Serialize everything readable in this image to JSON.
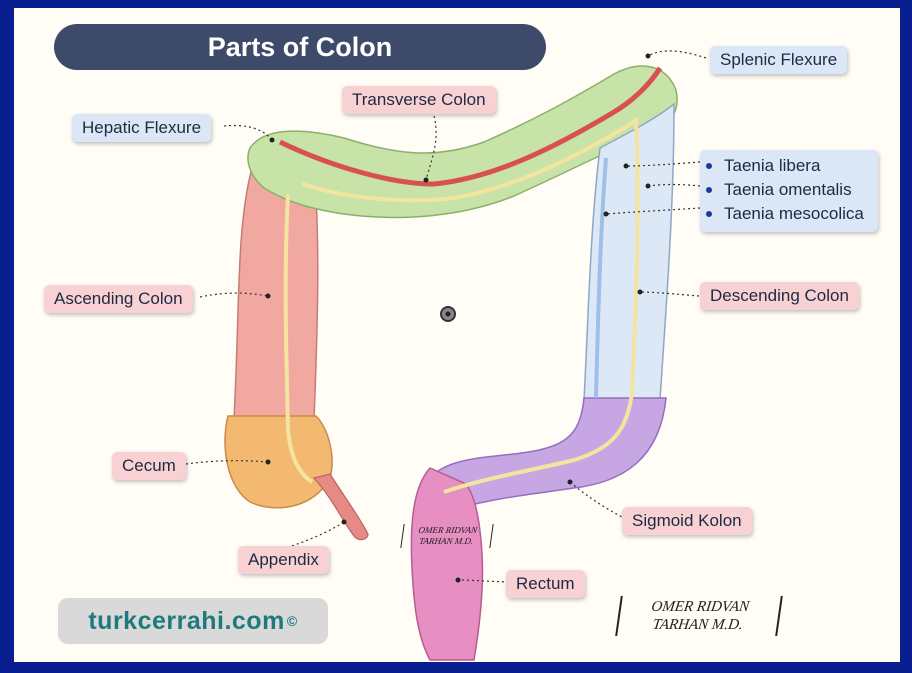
{
  "title": "Parts of Colon",
  "labels": {
    "transverse": "Transverse Colon",
    "hepatic": "Hepatic Flexure",
    "splenic": "Splenic Flexure",
    "ascending": "Ascending Colon",
    "descending": "Descending Colon",
    "cecum": "Cecum",
    "appendix": "Appendix",
    "sigmoid": "Sigmoid Kolon",
    "rectum": "Rectum"
  },
  "taenia": [
    "Taenia libera",
    "Taenia omentalis",
    "Taenia mesocolica"
  ],
  "brand": {
    "name": "turkcerrahi.com",
    "mark": "©"
  },
  "signature": {
    "line1": "OMER  RIDVAN",
    "line2": "TARHAN  M.D."
  },
  "colors": {
    "background": "#0a1f8f",
    "title_pill": "#3e4a6a",
    "transverse": "#c7e3a8",
    "ascending": "#f0a8a0",
    "cecum": "#f4b970",
    "descending": "#dce8f6",
    "sigmoid": "#c7a6e4",
    "rectum": "#e78ec2",
    "taenia_red": "#d85050",
    "taenia_yellow": "#f4e4a0",
    "taenia_blue": "#9ebfe8",
    "label_pink": "#f8d2d2",
    "label_blue": "#dbe6f6",
    "brand_text": "#1f7a7e"
  }
}
